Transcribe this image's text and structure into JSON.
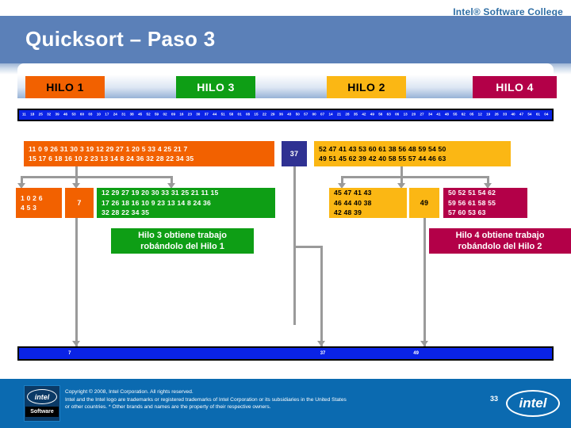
{
  "header": {
    "brand": "Intel® Software College",
    "title": "Quicksort – Paso 3"
  },
  "threads": [
    {
      "id": "t1",
      "label": "HILO 1",
      "color": "#F26100"
    },
    {
      "id": "t3",
      "label": "HILO 3",
      "color": "#0E9E15"
    },
    {
      "id": "t2",
      "label": "HILO 2",
      "color": "#FBB714"
    },
    {
      "id": "t4",
      "label": "HILO 4",
      "color": "#B30048"
    }
  ],
  "top_array": {
    "name": "full-array-before",
    "markers": []
  },
  "bottom_array": {
    "name": "full-array-after",
    "markers": [
      {
        "label": "7",
        "pos_pct": 9.5
      },
      {
        "label": "37",
        "pos_pct": 57.0
      },
      {
        "label": "49",
        "pos_pct": 74.5
      }
    ]
  },
  "partitions": {
    "left_parent": {
      "name": "thread1-parent-partition",
      "color": "#F26100",
      "rows": [
        "11  0  9  26  31  30  3  19  12  29  27  1  20  5  33  4  25  21  7",
        "15  17  6  18  16  10  2  23  13  14  8  24  36  32  28  22  34  35"
      ]
    },
    "global_pivot": {
      "name": "global-pivot",
      "color": "#2F3192",
      "value": "37"
    },
    "right_parent": {
      "name": "thread2-parent-partition",
      "color": "#FBB714",
      "rows": [
        "52  47  41  43  53  60  61  38  56  48  59  54  50",
        "49  51  45  62  39  42  40  58  55  57  44  46  63"
      ]
    },
    "left_low": {
      "name": "thread1-low-partition",
      "color": "#F26100",
      "rows": [
        "1  0  2  6",
        "4  5  3"
      ]
    },
    "left_pivot": {
      "name": "thread1-pivot",
      "color": "#F26100",
      "value": "7"
    },
    "left_high": {
      "name": "thread3-high-partition",
      "color": "#0E9E15",
      "rows": [
        "12  29  27  19  20  30  33  31  25  21  11  15",
        "17  26  18  16  10   9  23  13  14   8  24  36",
        "32  28  22  34  35"
      ]
    },
    "right_low": {
      "name": "thread2-low-partition",
      "color": "#FBB714",
      "rows": [
        "45  47  41  43",
        "46  44  40  38",
        "42  48  39"
      ]
    },
    "right_pivot": {
      "name": "thread2-pivot",
      "color": "#FBB714",
      "value": "49"
    },
    "right_high": {
      "name": "thread4-high-partition",
      "color": "#B30048",
      "rows": [
        "50  52  51  54  62",
        "59  56  61  58  55",
        "57  60  53  63"
      ]
    }
  },
  "callouts": {
    "left": {
      "name": "thread3-steal-note",
      "color": "#0E9E15",
      "line1": "Hilo 3 obtiene trabajo",
      "line2": "robándolo del Hilo 1"
    },
    "right": {
      "name": "thread4-steal-note",
      "color": "#B30048",
      "line1": "Hilo 4 obtiene trabajo",
      "line2": "robándolo del Hilo 2"
    }
  },
  "footer": {
    "logo_text": "intel",
    "logo_sub": "Software",
    "copyright_line1": "Copyright © 2008, Intel Corporation. All rights reserved.",
    "copyright_line2": "Intel and the Intel logo are trademarks or registered trademarks of Intel Corporation or its subsidiaries in the United States",
    "copyright_line3": "or other countries. * Other brands and names are the property of their respective owners.",
    "page_number": "33",
    "brand_logo": "intel"
  }
}
